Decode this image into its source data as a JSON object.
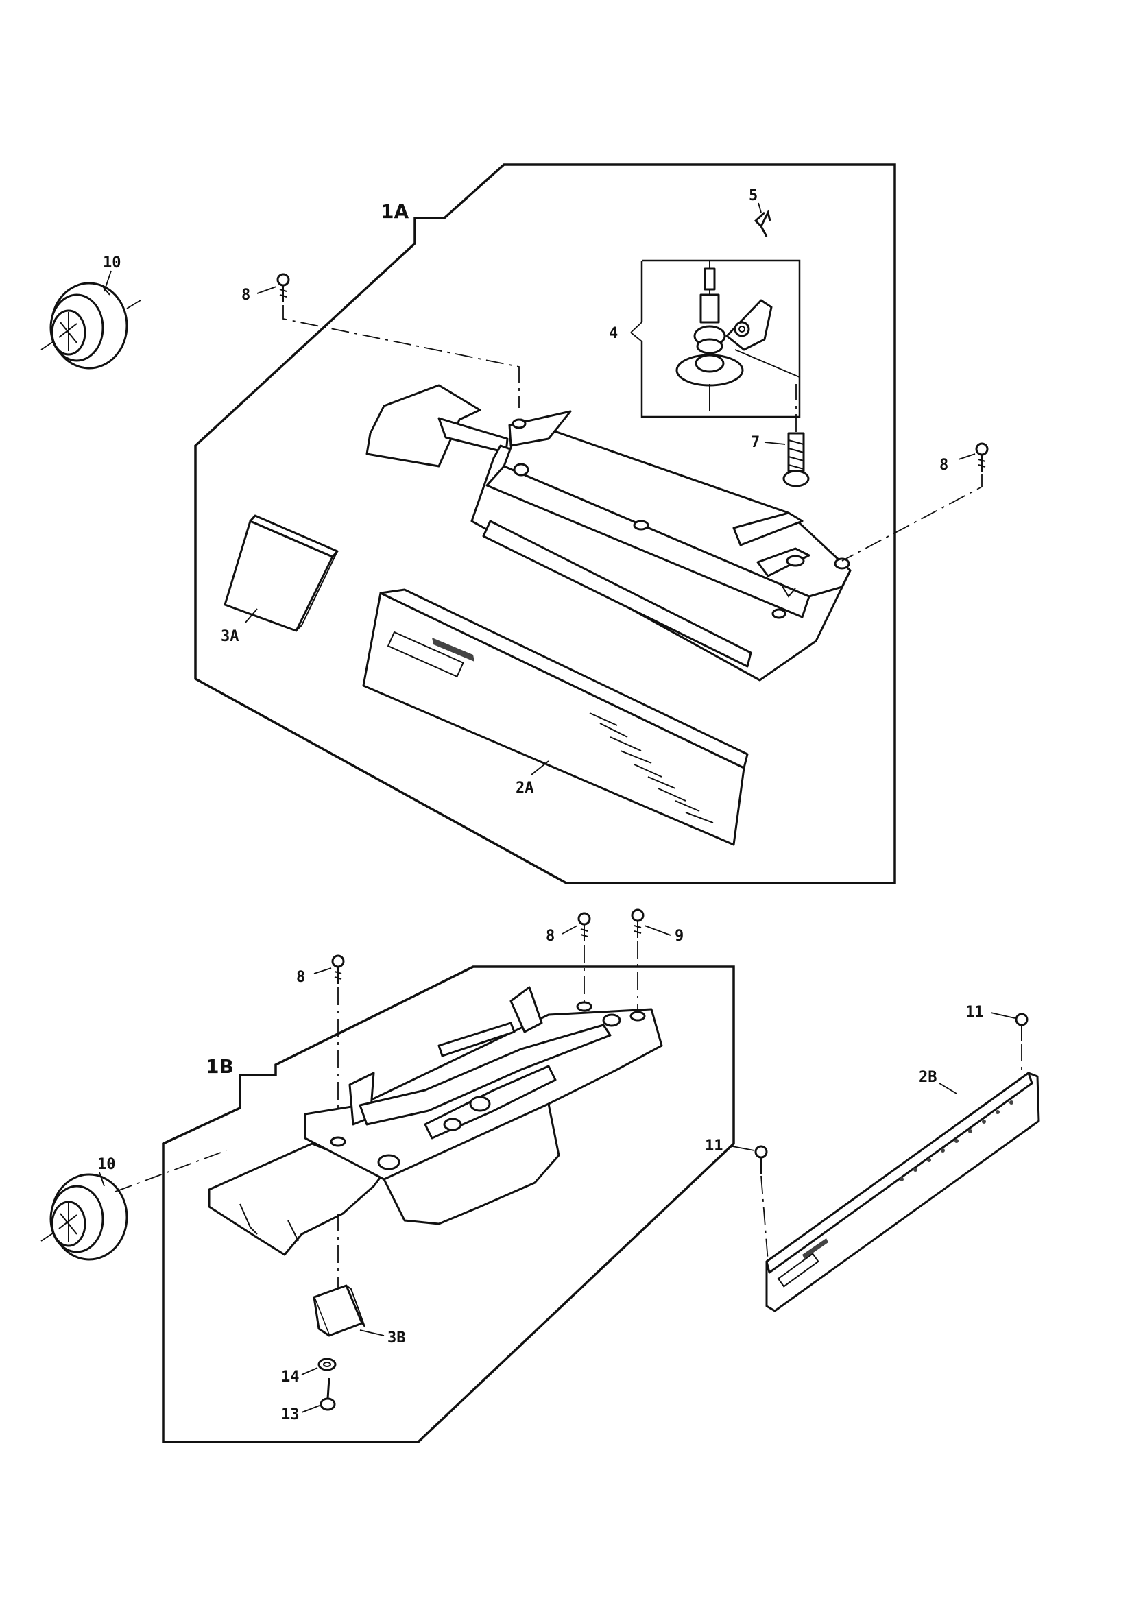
{
  "labels": {
    "group_1a": "1A",
    "group_1b": "1B",
    "screw_8_top_left": "8",
    "screw_8_right": "8",
    "screw_8_b_left": "8",
    "screw_8_b_mid": "8",
    "screw_9": "9",
    "knob_10_top": "10",
    "knob_10_bottom": "10",
    "cover_3a": "3A",
    "cover_3b": "3B",
    "panel_2a": "2A",
    "panel_2b": "2B",
    "assembly_4": "4",
    "spring_5": "5",
    "bolt_7": "7",
    "screw_11_right": "11",
    "screw_11_left": "11",
    "washer_14": "14",
    "screw_13": "13"
  }
}
